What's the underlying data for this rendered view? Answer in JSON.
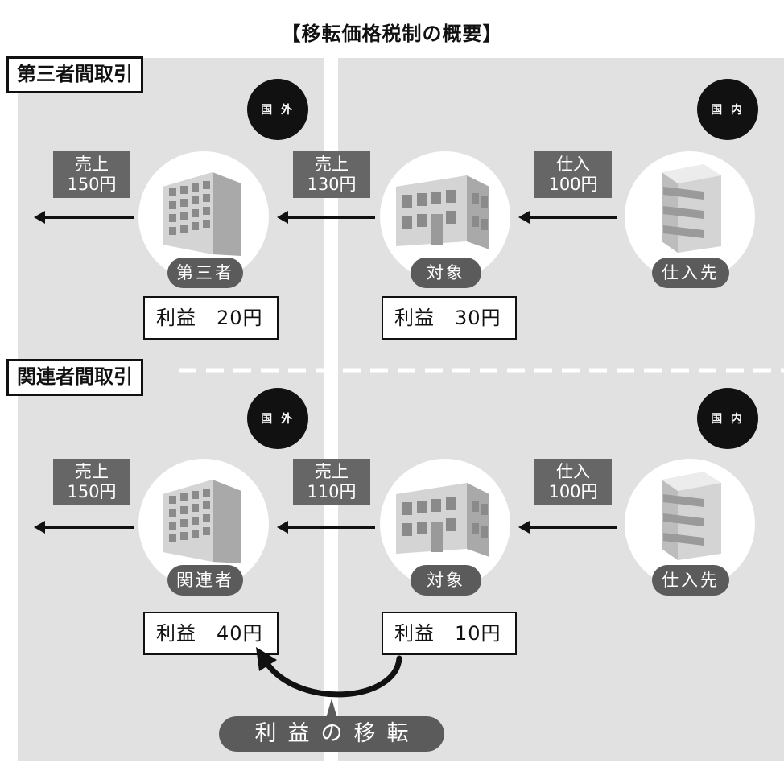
{
  "title": "【移転価格税制の概要】",
  "sections": {
    "third_party": {
      "label": "第三者間取引",
      "region_abroad": "国 外",
      "region_domestic": "国 内",
      "flows": {
        "sale_out": {
          "line1": "売上",
          "line2": "150円"
        },
        "sale_mid": {
          "line1": "売上",
          "line2": "130円"
        },
        "purchase": {
          "line1": "仕入",
          "line2": "100円"
        }
      },
      "entities": {
        "left": "第三者",
        "middle": "対象",
        "right": "仕入先"
      },
      "profits": {
        "left": "利益　20円",
        "middle": "利益　30円"
      }
    },
    "related_party": {
      "label": "関連者間取引",
      "region_abroad": "国 外",
      "region_domestic": "国 内",
      "flows": {
        "sale_out": {
          "line1": "売上",
          "line2": "150円"
        },
        "sale_mid": {
          "line1": "売上",
          "line2": "110円"
        },
        "purchase": {
          "line1": "仕入",
          "line2": "100円"
        }
      },
      "entities": {
        "left": "関連者",
        "middle": "対象",
        "right": "仕入先"
      },
      "profits": {
        "left": "利益　40円",
        "middle": "利益　10円"
      }
    }
  },
  "transfer_label": "利益の移転",
  "colors": {
    "panel": "#e1e1e1",
    "dark": "#111111",
    "pill": "#5b5b5b",
    "flowbox": "#666666"
  }
}
